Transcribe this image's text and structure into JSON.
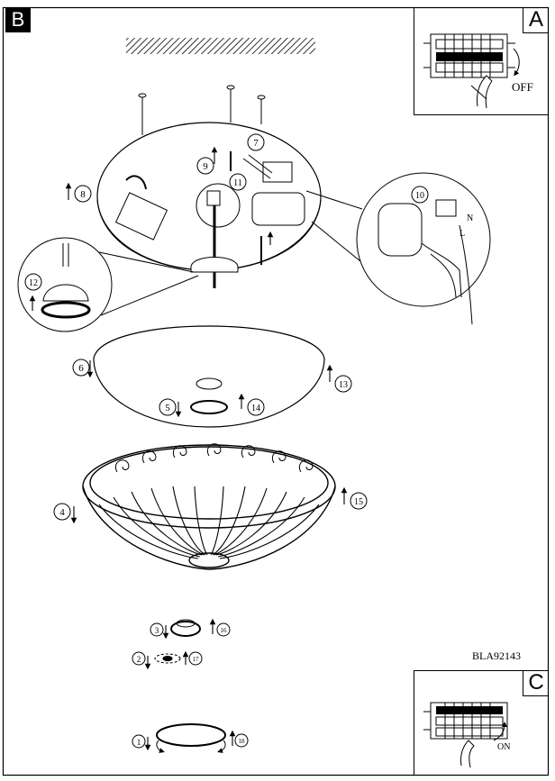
{
  "panels": {
    "main_tag": "B",
    "top_tag": "A",
    "bottom_tag": "C"
  },
  "texts": {
    "off": "OFF",
    "on": "ON",
    "model_code": "BLA92143",
    "wire_n": "N",
    "wire_l": "L"
  },
  "steps": [
    "1",
    "2",
    "3",
    "4",
    "5",
    "6",
    "7",
    "8",
    "9",
    "10",
    "11",
    "12",
    "13",
    "14",
    "15",
    "16",
    "17",
    "18"
  ]
}
